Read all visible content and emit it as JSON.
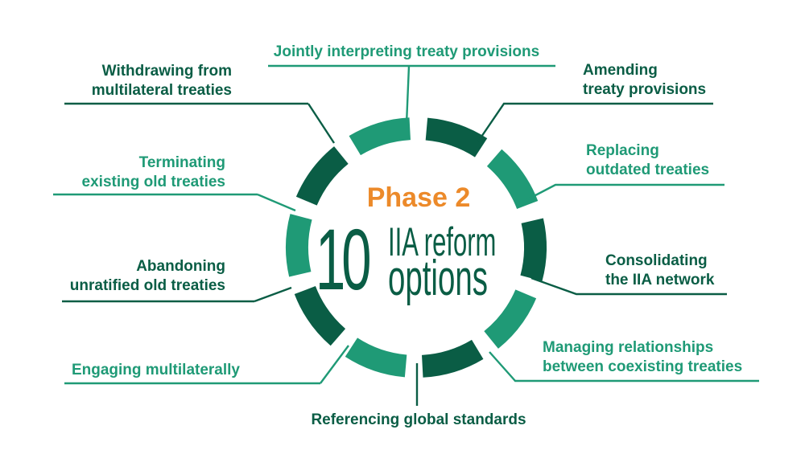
{
  "center": {
    "phase": "Phase 2",
    "number": "10",
    "line1": "IIA reform",
    "line2": "options"
  },
  "options": [
    {
      "key": "jointly-interpreting",
      "lines": [
        "Jointly interpreting treaty provisions"
      ],
      "tone": "light"
    },
    {
      "key": "amending",
      "lines": [
        "Amending",
        "treaty provisions"
      ],
      "tone": "dark"
    },
    {
      "key": "replacing",
      "lines": [
        "Replacing",
        "outdated treaties"
      ],
      "tone": "light"
    },
    {
      "key": "consolidating",
      "lines": [
        "Consolidating",
        "the IIA network"
      ],
      "tone": "dark"
    },
    {
      "key": "managing",
      "lines": [
        "Managing relationships",
        "between coexisting treaties"
      ],
      "tone": "light"
    },
    {
      "key": "referencing",
      "lines": [
        "Referencing global standards"
      ],
      "tone": "dark"
    },
    {
      "key": "engaging",
      "lines": [
        "Engaging multilaterally"
      ],
      "tone": "light"
    },
    {
      "key": "abandoning",
      "lines": [
        "Abandoning",
        "unratified old treaties"
      ],
      "tone": "dark"
    },
    {
      "key": "terminating",
      "lines": [
        "Terminating",
        "existing old treaties"
      ],
      "tone": "light"
    },
    {
      "key": "withdrawing",
      "lines": [
        "Withdrawing from",
        "multilateral treaties"
      ],
      "tone": "dark"
    }
  ],
  "colors": {
    "dark": "#0a5d45",
    "light": "#1f9a76",
    "accent": "#ec8a2a"
  }
}
